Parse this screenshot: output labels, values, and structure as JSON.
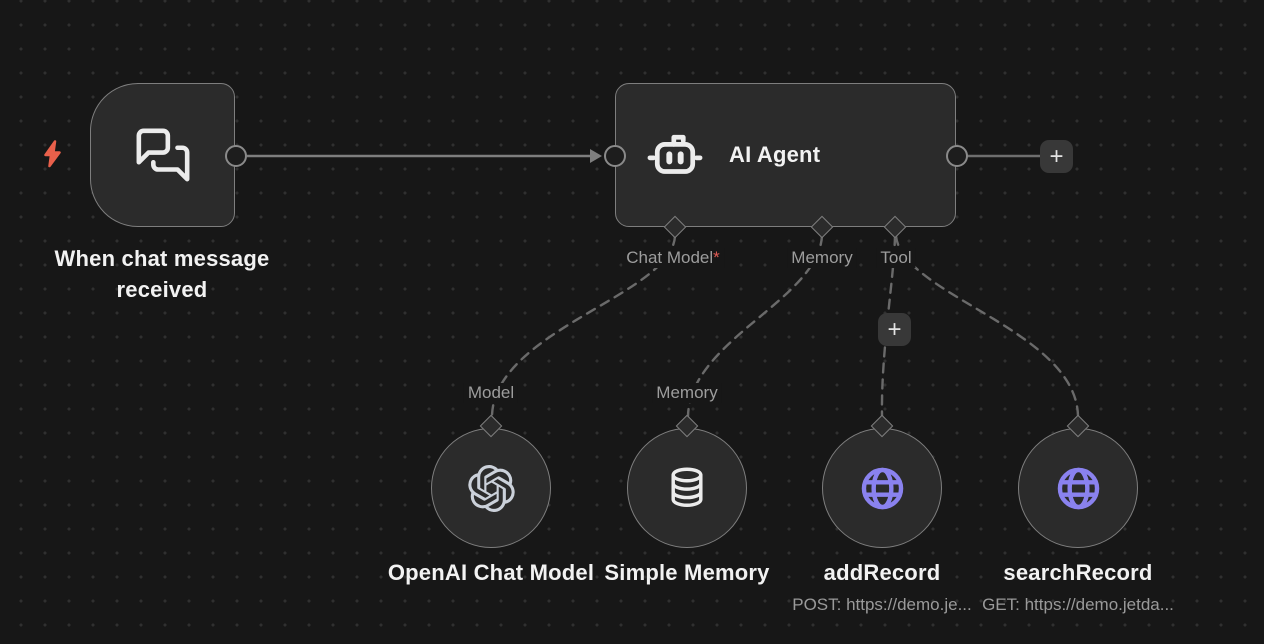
{
  "ui": {
    "plus_label": "+"
  },
  "colors": {
    "canvas_bg": "#171717",
    "node_bg": "#2b2b2b",
    "node_border": "#7e7e7e",
    "connection_gray": "#6e6e6e",
    "accent_bolt": "#e9604b",
    "required_asterisk": "#e25c55",
    "globe_purple": "#8a82ef",
    "label_gray": "#9d9d9d",
    "title_white": "#f2f2f2"
  },
  "trigger_node": {
    "title": "When chat message received",
    "icon": "chat-bubbles-icon",
    "badge_icon": "lightning-bolt-icon"
  },
  "agent_node": {
    "title": "AI Agent",
    "icon": "robot-icon",
    "ports": {
      "chat_model": "Chat Model",
      "chat_model_required": "*",
      "memory": "Memory",
      "tool": "Tool"
    }
  },
  "model_node": {
    "connection_label": "Model",
    "title": "OpenAI Chat Model",
    "icon": "openai-logo-icon"
  },
  "memory_node": {
    "connection_label": "Memory",
    "title": "Simple Memory",
    "icon": "database-icon"
  },
  "add_record_node": {
    "title": "addRecord",
    "subtitle": "POST: https://demo.je...",
    "icon": "globe-icon"
  },
  "search_record_node": {
    "title": "searchRecord",
    "subtitle": "GET: https://demo.jetda...",
    "icon": "globe-icon"
  }
}
